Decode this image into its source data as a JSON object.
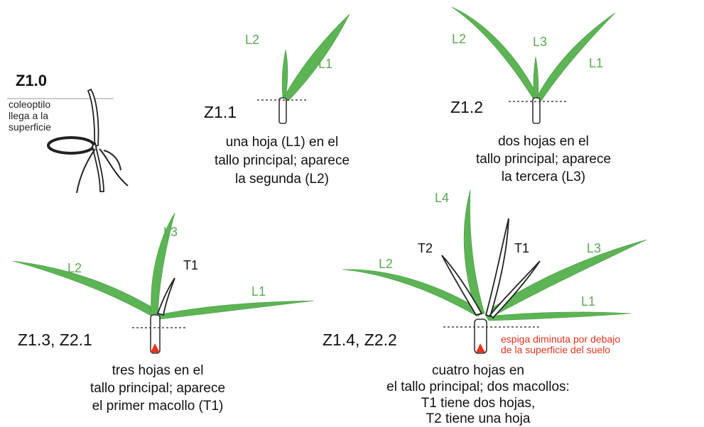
{
  "stages": [
    {
      "code": "Z1.0",
      "note_lines": [
        "coleoptilo",
        "llega a la",
        "superficie"
      ]
    },
    {
      "code": "Z1.1",
      "leaves": [
        "L2",
        "L1"
      ],
      "caption_lines": [
        "una hoja (L1) en el",
        "tallo principal; aparece",
        "la segunda (L2)"
      ]
    },
    {
      "code": "Z1.2",
      "leaves": [
        "L2",
        "L3",
        "L1"
      ],
      "caption_lines": [
        "dos hojas en el",
        "tallo principal; aparece",
        "la tercera (L3)"
      ]
    },
    {
      "code": "Z1.3, Z2.1",
      "leaves": [
        "L3",
        "L2",
        "L1"
      ],
      "tillers": [
        "T1"
      ],
      "caption_lines": [
        "tres hojas en el",
        "tallo principal; aparece",
        "el primer macollo (T1)"
      ]
    },
    {
      "code": "Z1.4, Z2.2",
      "leaves": [
        "L4",
        "L2",
        "L3",
        "L1"
      ],
      "tillers": [
        "T2",
        "T1"
      ],
      "note_lines": [
        "espiga diminuta por debajo",
        "de la superficie del suelo"
      ],
      "caption_lines": [
        "cuatro hojas en",
        "el tallo principal; dos macollos:",
        "T1 tiene dos hojas,",
        "T2 tiene una hoja"
      ]
    }
  ],
  "colors": {
    "leaf": "#5cb454",
    "leaf_label": "#5aa854",
    "spike": "#e8321e",
    "note_red": "#e8321e",
    "text": "#111111"
  }
}
